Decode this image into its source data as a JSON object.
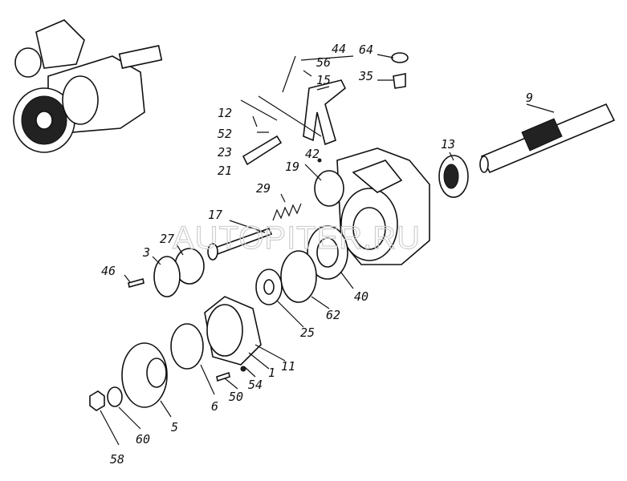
{
  "watermark": "AUTOPITER.RU",
  "parts": [
    {
      "id": "44",
      "label": "44"
    },
    {
      "id": "64",
      "label": "64"
    },
    {
      "id": "56",
      "label": "56"
    },
    {
      "id": "35",
      "label": "35"
    },
    {
      "id": "15",
      "label": "15"
    },
    {
      "id": "9",
      "label": "9"
    },
    {
      "id": "12",
      "label": "12"
    },
    {
      "id": "52",
      "label": "52"
    },
    {
      "id": "13",
      "label": "13"
    },
    {
      "id": "42",
      "label": "42"
    },
    {
      "id": "23",
      "label": "23"
    },
    {
      "id": "19",
      "label": "19"
    },
    {
      "id": "21",
      "label": "21"
    },
    {
      "id": "29",
      "label": "29"
    },
    {
      "id": "17",
      "label": "17"
    },
    {
      "id": "27",
      "label": "27"
    },
    {
      "id": "3",
      "label": "3"
    },
    {
      "id": "46",
      "label": "46"
    },
    {
      "id": "40",
      "label": "40"
    },
    {
      "id": "62",
      "label": "62"
    },
    {
      "id": "25",
      "label": "25"
    },
    {
      "id": "11",
      "label": "11"
    },
    {
      "id": "1",
      "label": "1"
    },
    {
      "id": "54",
      "label": "54"
    },
    {
      "id": "50",
      "label": "50"
    },
    {
      "id": "6",
      "label": "6"
    },
    {
      "id": "5",
      "label": "5"
    },
    {
      "id": "60",
      "label": "60"
    },
    {
      "id": "58",
      "label": "58"
    }
  ]
}
